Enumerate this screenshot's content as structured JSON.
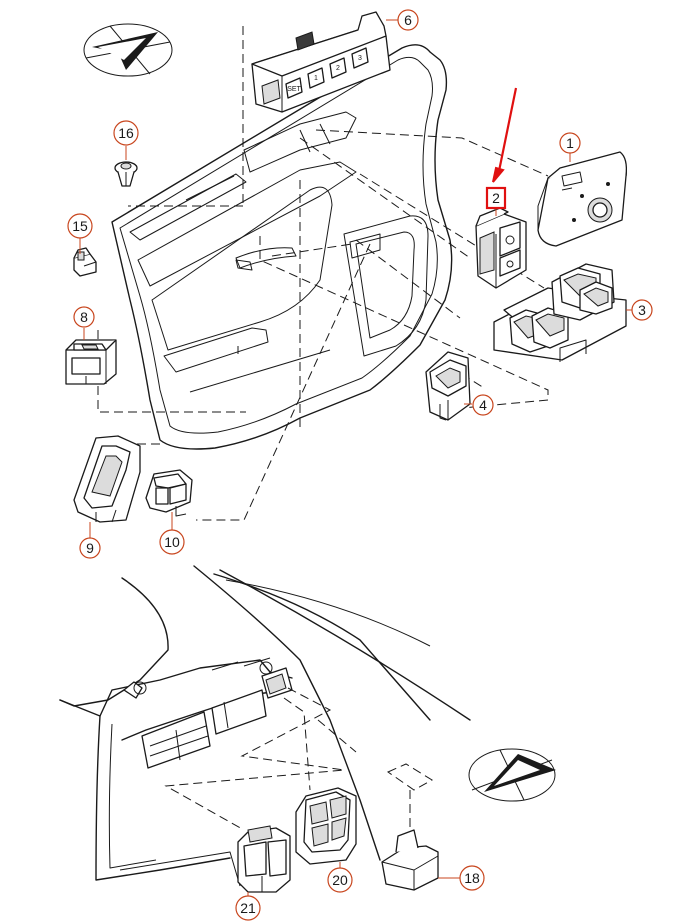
{
  "diagram": {
    "callouts": [
      {
        "id": "c1",
        "label": "1"
      },
      {
        "id": "c2",
        "label": "2",
        "highlighted": true
      },
      {
        "id": "c3",
        "label": "3"
      },
      {
        "id": "c4",
        "label": "4"
      },
      {
        "id": "c6",
        "label": "6"
      },
      {
        "id": "c8",
        "label": "8"
      },
      {
        "id": "c9",
        "label": "9"
      },
      {
        "id": "c10",
        "label": "10"
      },
      {
        "id": "c15",
        "label": "15"
      },
      {
        "id": "c16",
        "label": "16"
      },
      {
        "id": "c18",
        "label": "18"
      },
      {
        "id": "c20",
        "label": "20"
      },
      {
        "id": "c21",
        "label": "21"
      }
    ],
    "memory_keys": [
      "SET",
      "1",
      "2",
      "3"
    ],
    "colors": {
      "callout": "#c8461e",
      "highlight": "#e01010",
      "line": "#1a1a1a"
    }
  }
}
